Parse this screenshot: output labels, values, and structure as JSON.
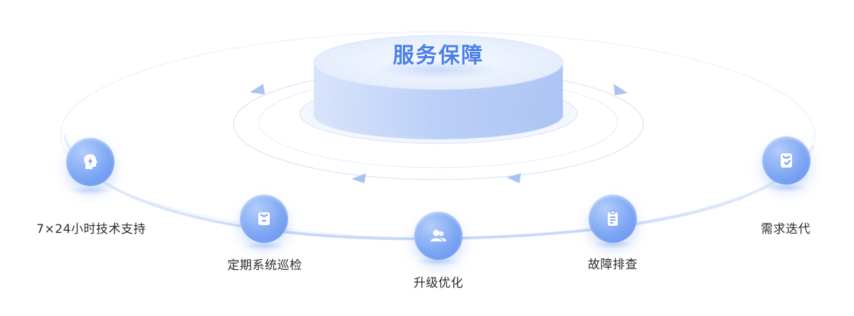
{
  "title": "服务保障",
  "nodes": [
    {
      "label": "7×24小时技术支持",
      "icon": "lightning-head-icon"
    },
    {
      "label": "定期系统巡检",
      "icon": "bag-icon"
    },
    {
      "label": "升级优化",
      "icon": "users-icon"
    },
    {
      "label": "故障排查",
      "icon": "clipboard-icon"
    },
    {
      "label": "需求迭代",
      "icon": "checklist-icon"
    }
  ],
  "colors": {
    "accent": "#4c80e6",
    "node": "#7ea7f3",
    "ring": "#cddcf7",
    "label": "#2b2b2b"
  }
}
